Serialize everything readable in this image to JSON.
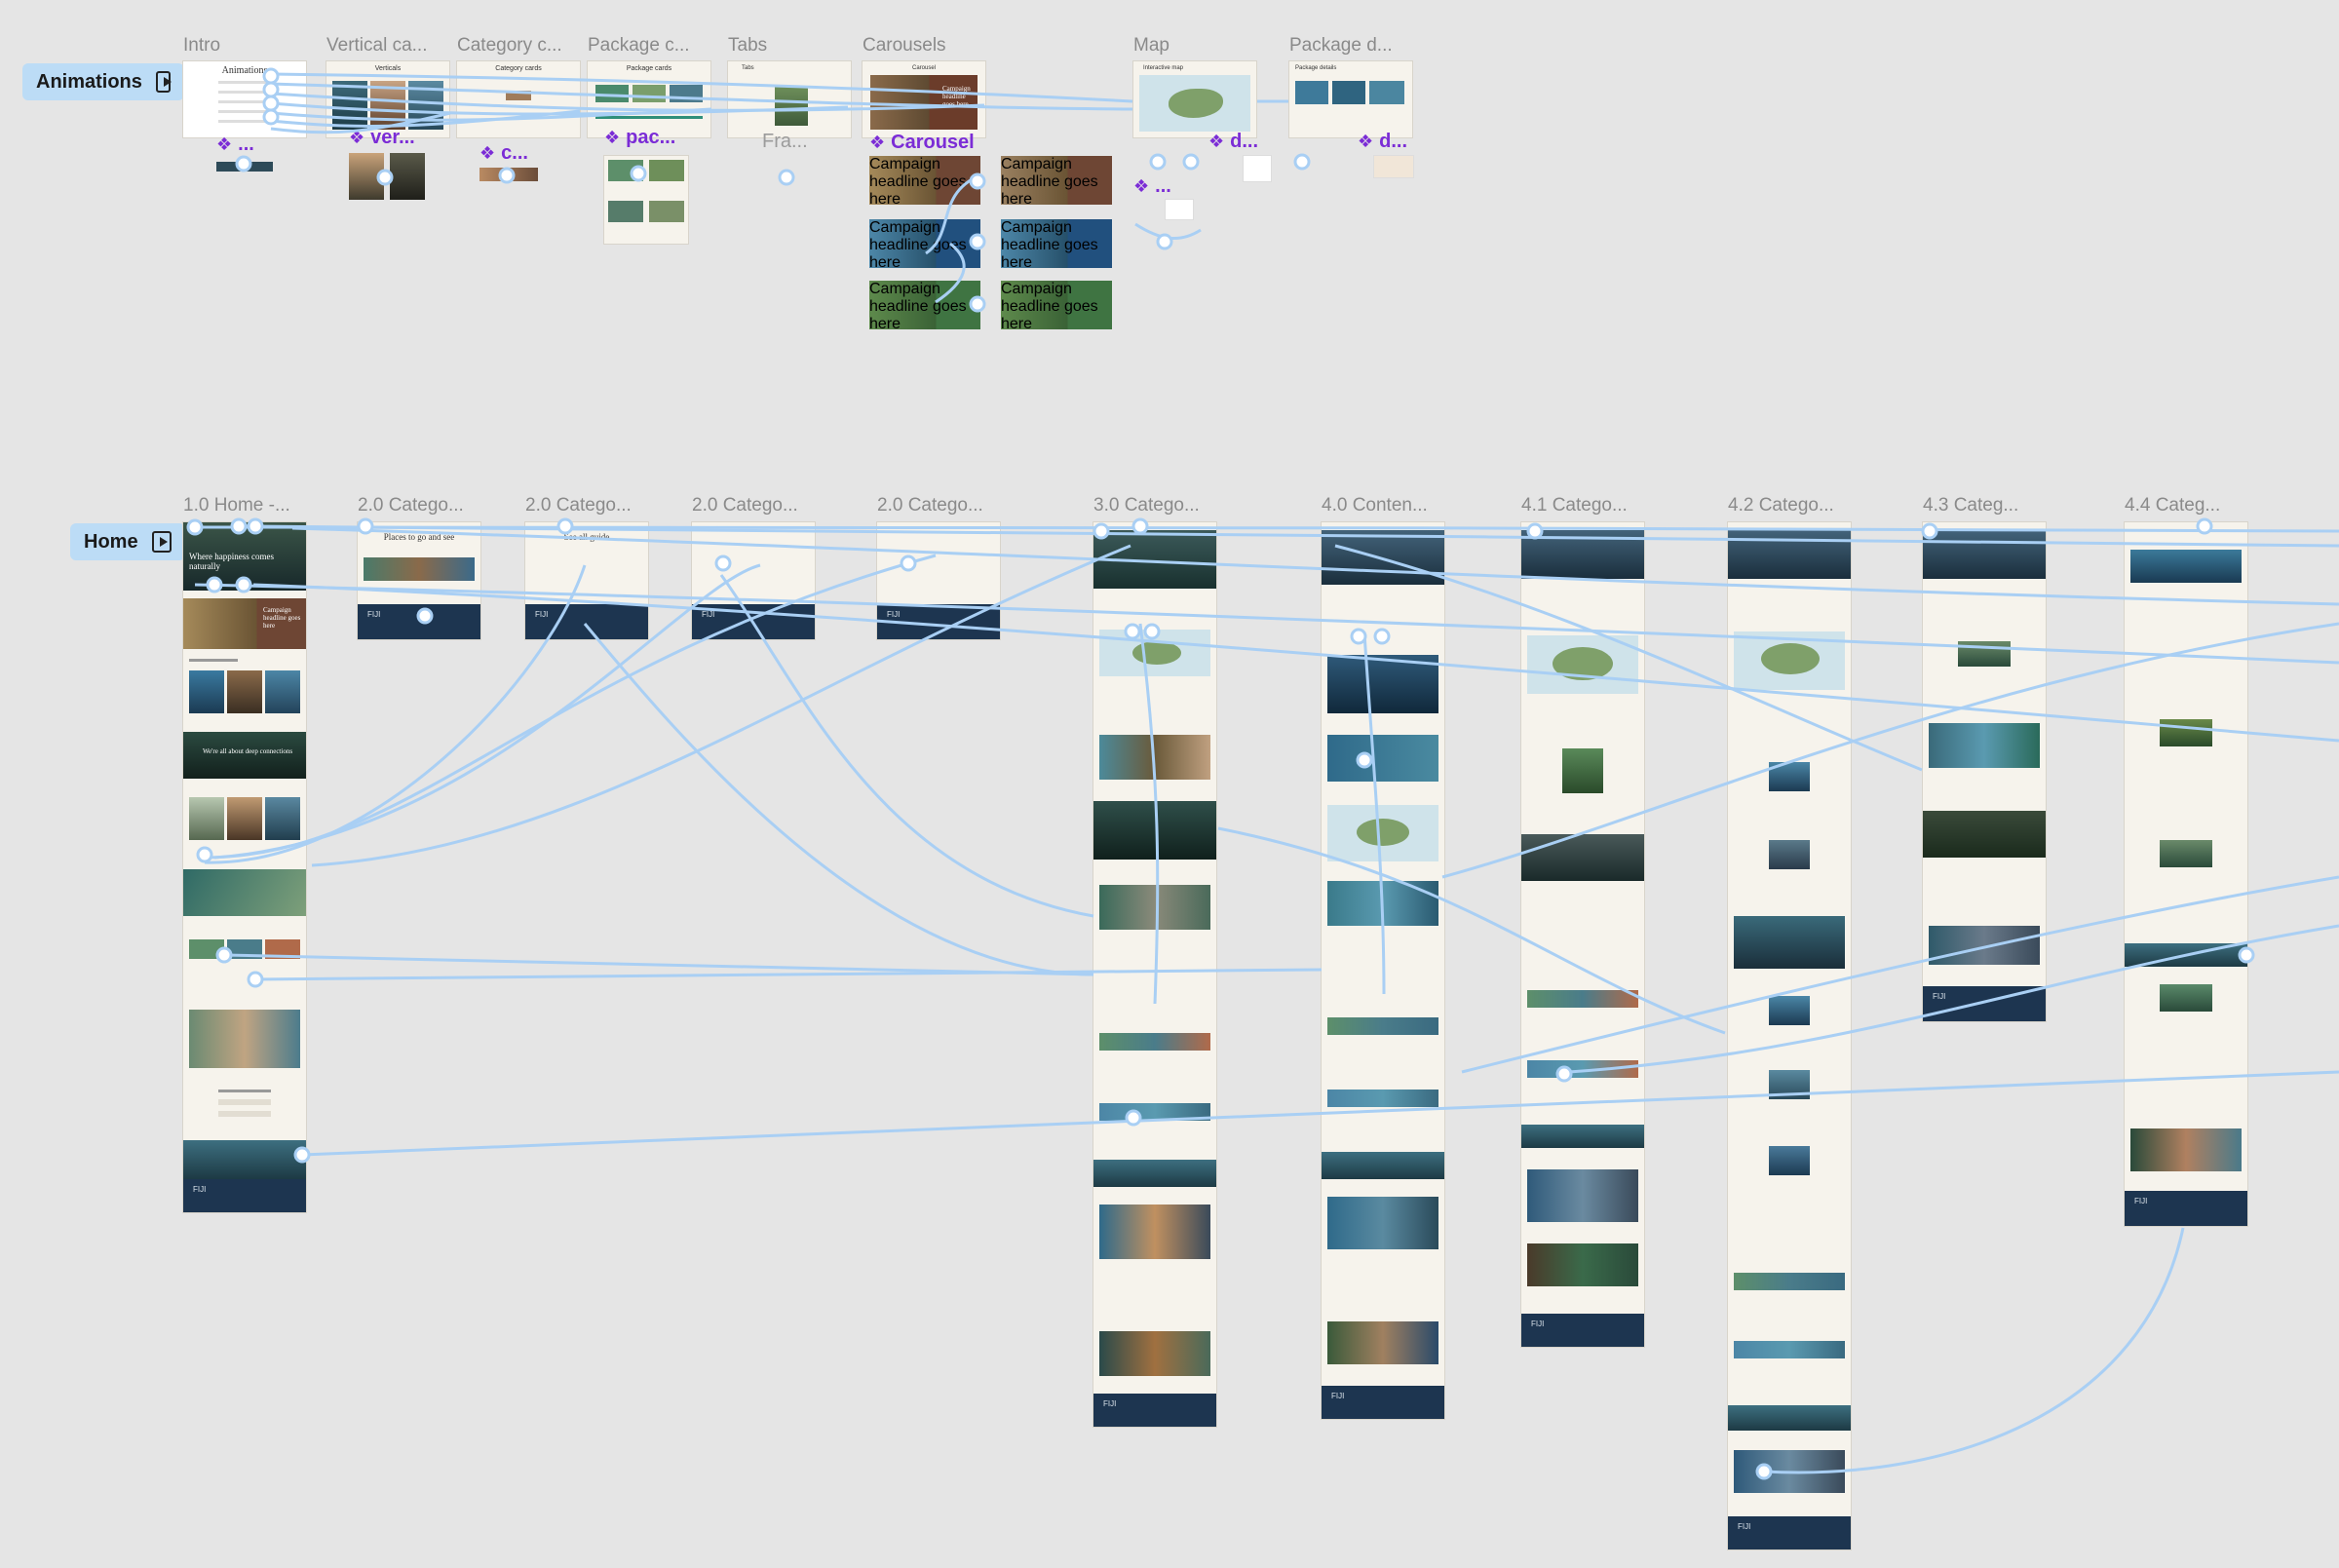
{
  "flows": {
    "animations": {
      "label": "Animations"
    },
    "home": {
      "label": "Home"
    }
  },
  "row1_labels": [
    "Intro",
    "Vertical ca...",
    "Category c...",
    "Package c...",
    "Tabs",
    "Carousels",
    "Map",
    "Package d..."
  ],
  "row2_labels": [
    "1.0 Home -...",
    "2.0 Catego...",
    "2.0 Catego...",
    "2.0 Catego...",
    "2.0 Catego...",
    "3.0 Catego...",
    "4.0 Conten...",
    "4.1 Catego...",
    "4.2 Catego...",
    "4.3 Categ...",
    "4.4 Categ..."
  ],
  "components": {
    "intro": "...",
    "vertical": "ver...",
    "category": "c...",
    "package": "pac...",
    "tabs": "Fra...",
    "carousel": "Carousel",
    "map": "d...",
    "package_detail": "d...",
    "map_sub": "..."
  },
  "mini": {
    "intro_title": "Animations",
    "vertical_title": "Verticals",
    "category_title": "Category cards",
    "package_title": "Package cards",
    "tabs_title": "Tabs",
    "carousel_title": "Carousel",
    "map_title": "Interactive map",
    "package_detail_title": "Package details",
    "campaign": "Campaign headline goes here",
    "home_hero": "Where happiness comes naturally",
    "places": "Places to go and see",
    "see_all": "See all guide",
    "we_all": "We're all about deep connections",
    "footer": "FIJI"
  },
  "colors": {
    "canvas": "#e5e5e5",
    "flow_button": "#bcdcf6",
    "connector": "#a9cff4",
    "component": "#7b2cd6",
    "frame_bg": "#f6f3ec",
    "footer": "#1d3550"
  }
}
